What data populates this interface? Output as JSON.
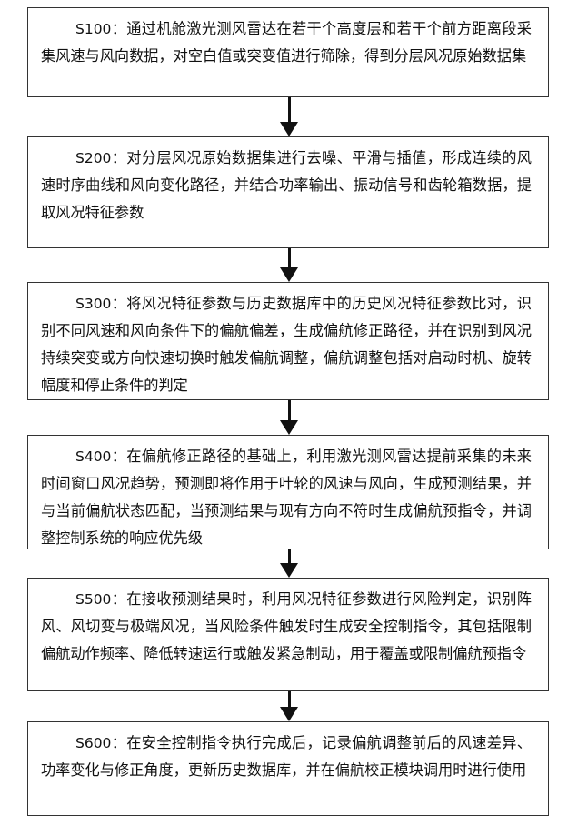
{
  "steps": [
    {
      "code": "S100",
      "text": "：通过机舱激光测风雷达在若干个高度层和若干个前方距离段采集风速与风向数据，对空白值或突变值进行筛除，得到分层风况原始数据集"
    },
    {
      "code": "S200",
      "text": "：对分层风况原始数据集进行去噪、平滑与插值，形成连续的风速时序曲线和风向变化路径，并结合功率输出、振动信号和齿轮箱数据，提取风况特征参数"
    },
    {
      "code": "S300",
      "text": "：将风况特征参数与历史数据库中的历史风况特征参数比对，识别不同风速和风向条件下的偏航偏差，生成偏航修正路径，并在识别到风况持续突变或方向快速切换时触发偏航调整，偏航调整包括对启动时机、旋转幅度和停止条件的判定"
    },
    {
      "code": "S400",
      "text": "：在偏航修正路径的基础上，利用激光测风雷达提前采集的未来时间窗口风况趋势，预测即将作用于叶轮的风速与风向，生成预测结果，并与当前偏航状态匹配，当预测结果与现有方向不符时生成偏航预指令，并调整控制系统的响应优先级"
    },
    {
      "code": "S500",
      "text": "：在接收预测结果时，利用风况特征参数进行风险判定，识别阵风、风切变与极端风况，当风险条件触发时生成安全控制指令，其包括限制偏航动作频率、降低转速运行或触发紧急制动，用于覆盖或限制偏航预指令"
    },
    {
      "code": "S600",
      "text": "：在安全控制指令执行完成后，记录偏航调整前后的风速差异、功率变化与修正角度，更新历史数据库，并在偏航校正模块调用时进行使用"
    }
  ]
}
